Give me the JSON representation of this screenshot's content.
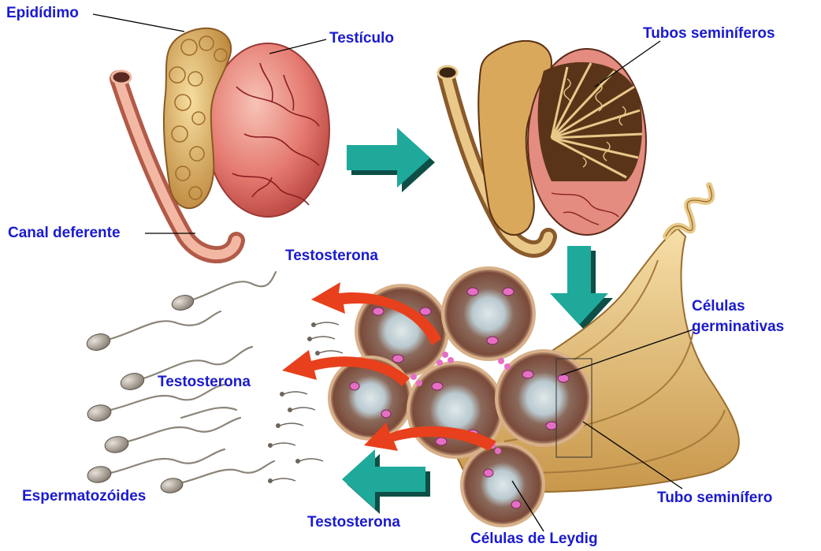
{
  "labels": {
    "epididimo": "Epidídimo",
    "testiculo": "Testículo",
    "tubos_seminiferos": "Tubos seminíferos",
    "canal_deferente": "Canal deferente",
    "testosterona_top": "Testosterona",
    "celulas_germinativas_1": "Células",
    "celulas_germinativas_2": "germinativas",
    "testosterona_mid": "Testosterona",
    "espermatozoides": "Espermatozóides",
    "tubo_seminifero": "Tubo seminífero",
    "testosterona_bottom": "Testosterona",
    "celulas_leydig": "Células de Leydig"
  },
  "colors": {
    "label_text": "#1a1ad0",
    "arrow_teal": "#1fa99a",
    "arrow_shadow": "#0d4f47",
    "arrow_red": "#e8401c",
    "testis_pink": "#e0706a",
    "epididymis_tan": "#d9a85a",
    "tube_cream": "#e8c98a",
    "cell_pink": "#e56fc4",
    "sperm_gray": "#8c8478"
  }
}
